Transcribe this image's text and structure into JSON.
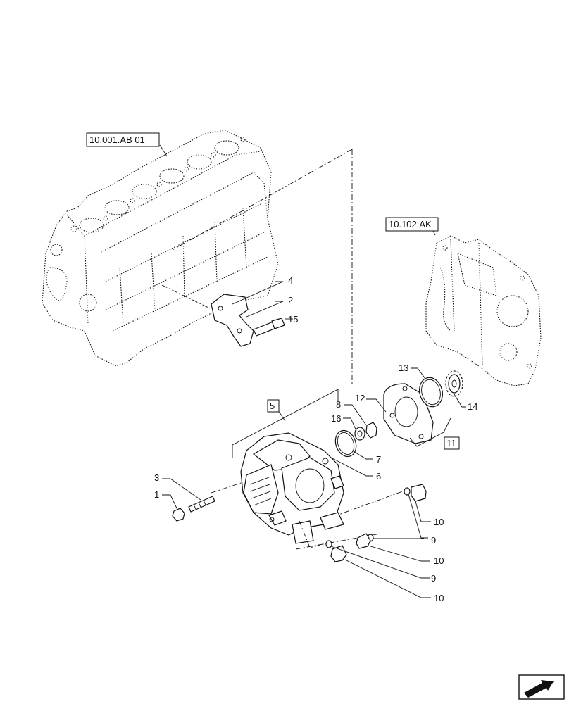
{
  "references": {
    "engine_block": "10.001.AB 01",
    "timing_cover": "10.102.AK"
  },
  "callouts": {
    "c1": "1",
    "c2": "2",
    "c3": "3",
    "c4": "4",
    "c5": "5",
    "c6": "6",
    "c7": "7",
    "c8": "8",
    "c9a": "9",
    "c9b": "9",
    "c10a": "10",
    "c10b": "10",
    "c10c": "10",
    "c11": "11",
    "c12": "12",
    "c13": "13",
    "c14": "14",
    "c15": "15",
    "c16": "16"
  },
  "nav_icon": "next-page-arrow-icon"
}
